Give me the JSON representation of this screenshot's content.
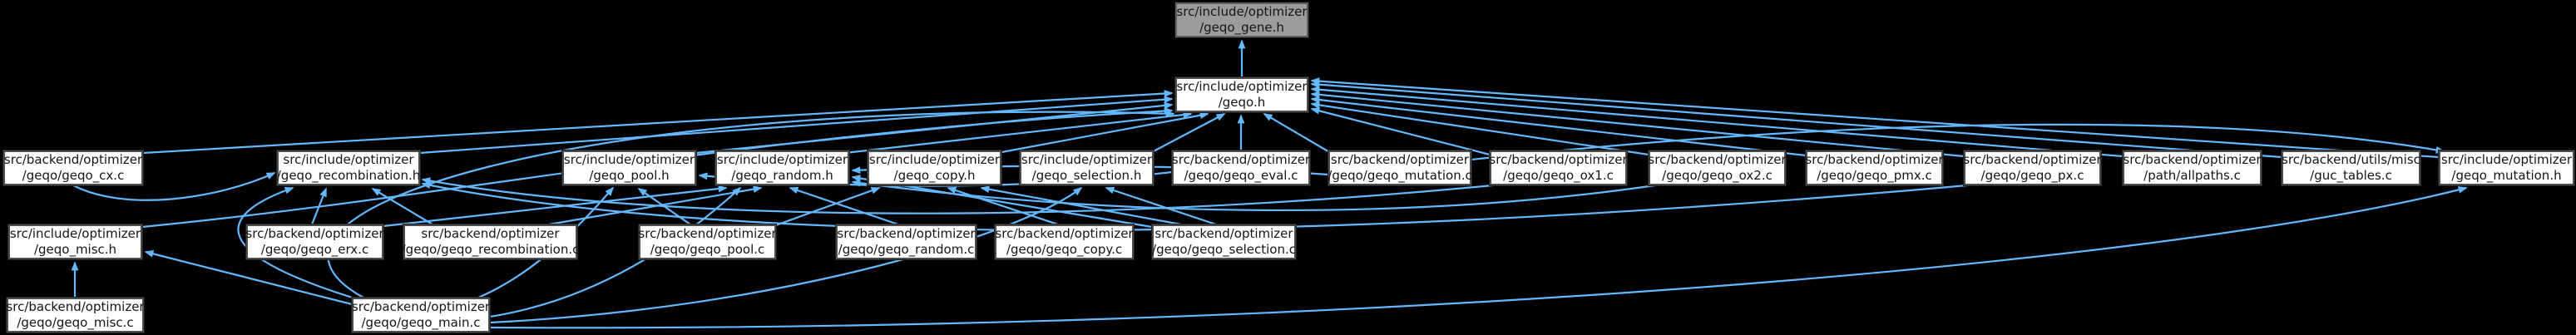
{
  "diagram": {
    "kind": "include-dependency-graph",
    "root_file": "src/include/optimizer/geqo_gene.h"
  },
  "colors": {
    "background": "#000000",
    "edge": "#63b8ff",
    "node_fill": "#ffffff",
    "node_border": "#4c4c4c",
    "root_fill": "#9c9c9c",
    "root_border": "#606060",
    "text": "#151515"
  },
  "graph": {
    "nodes": [
      {
        "id": "gene_h",
        "role": "root",
        "line1": "src/include/optimizer",
        "line2": "/geqo_gene.h"
      },
      {
        "id": "geqo_h",
        "role": "file",
        "line1": "src/include/optimizer",
        "line2": "/geqo.h"
      },
      {
        "id": "cx_c",
        "role": "file",
        "line1": "src/backend/optimizer",
        "line2": "/geqo/geqo_cx.c"
      },
      {
        "id": "recomb_h",
        "role": "file",
        "line1": "src/include/optimizer",
        "line2": "/geqo_recombination.h"
      },
      {
        "id": "pool_h",
        "role": "file",
        "line1": "src/include/optimizer",
        "line2": "/geqo_pool.h"
      },
      {
        "id": "random_h",
        "role": "file",
        "line1": "src/include/optimizer",
        "line2": "/geqo_random.h"
      },
      {
        "id": "copy_h",
        "role": "file",
        "line1": "src/include/optimizer",
        "line2": "/geqo_copy.h"
      },
      {
        "id": "sel_h",
        "role": "file",
        "line1": "src/include/optimizer",
        "line2": "/geqo_selection.h"
      },
      {
        "id": "eval_c",
        "role": "file",
        "line1": "src/backend/optimizer",
        "line2": "/geqo/geqo_eval.c"
      },
      {
        "id": "mut_c",
        "role": "file",
        "line1": "src/backend/optimizer",
        "line2": "/geqo/geqo_mutation.c"
      },
      {
        "id": "ox1_c",
        "role": "file",
        "line1": "src/backend/optimizer",
        "line2": "/geqo/geqo_ox1.c"
      },
      {
        "id": "ox2_c",
        "role": "file",
        "line1": "src/backend/optimizer",
        "line2": "/geqo/geqo_ox2.c"
      },
      {
        "id": "pmx_c",
        "role": "file",
        "line1": "src/backend/optimizer",
        "line2": "/geqo/geqo_pmx.c"
      },
      {
        "id": "px_c",
        "role": "file",
        "line1": "src/backend/optimizer",
        "line2": "/geqo/geqo_px.c"
      },
      {
        "id": "allpaths_c",
        "role": "file",
        "line1": "src/backend/optimizer",
        "line2": "/path/allpaths.c"
      },
      {
        "id": "guc_c",
        "role": "file",
        "line1": "src/backend/utils/misc",
        "line2": "/guc_tables.c"
      },
      {
        "id": "mut_h",
        "role": "file",
        "line1": "src/include/optimizer",
        "line2": "/geqo_mutation.h"
      },
      {
        "id": "misc_h",
        "role": "file",
        "line1": "src/include/optimizer",
        "line2": "/geqo_misc.h"
      },
      {
        "id": "erx_c",
        "role": "file",
        "line1": "src/backend/optimizer",
        "line2": "/geqo/geqo_erx.c"
      },
      {
        "id": "recomb_c",
        "role": "file",
        "line1": "src/backend/optimizer",
        "line2": "/geqo/geqo_recombination.c"
      },
      {
        "id": "pool_c",
        "role": "file",
        "line1": "src/backend/optimizer",
        "line2": "/geqo/geqo_pool.c"
      },
      {
        "id": "random_c",
        "role": "file",
        "line1": "src/backend/optimizer",
        "line2": "/geqo/geqo_random.c"
      },
      {
        "id": "copy_c",
        "role": "file",
        "line1": "src/backend/optimizer",
        "line2": "/geqo/geqo_copy.c"
      },
      {
        "id": "sel_c",
        "role": "file",
        "line1": "src/backend/optimizer",
        "line2": "/geqo/geqo_selection.c"
      },
      {
        "id": "misc_c",
        "role": "file",
        "line1": "src/backend/optimizer",
        "line2": "/geqo/geqo_misc.c"
      },
      {
        "id": "main_c",
        "role": "file",
        "line1": "src/backend/optimizer",
        "line2": "/geqo/geqo_main.c"
      }
    ],
    "edges": [
      {
        "from": "geqo_h",
        "to": "gene_h"
      },
      {
        "from": "cx_c",
        "to": "geqo_h"
      },
      {
        "from": "recomb_h",
        "to": "geqo_h"
      },
      {
        "from": "pool_h",
        "to": "geqo_h"
      },
      {
        "from": "misc_h",
        "to": "geqo_h"
      },
      {
        "from": "random_h",
        "to": "geqo_h"
      },
      {
        "from": "copy_h",
        "to": "geqo_h"
      },
      {
        "from": "sel_h",
        "to": "geqo_h"
      },
      {
        "from": "eval_c",
        "to": "geqo_h"
      },
      {
        "from": "mut_c",
        "to": "geqo_h"
      },
      {
        "from": "ox1_c",
        "to": "geqo_h"
      },
      {
        "from": "ox2_c",
        "to": "geqo_h"
      },
      {
        "from": "pmx_c",
        "to": "geqo_h"
      },
      {
        "from": "px_c",
        "to": "geqo_h"
      },
      {
        "from": "allpaths_c",
        "to": "geqo_h"
      },
      {
        "from": "guc_c",
        "to": "geqo_h"
      },
      {
        "from": "mut_h",
        "to": "geqo_h"
      },
      {
        "from": "main_c",
        "to": "geqo_h"
      },
      {
        "from": "misc_c",
        "to": "misc_h"
      },
      {
        "from": "main_c",
        "to": "misc_h"
      },
      {
        "from": "erx_c",
        "to": "recomb_h"
      },
      {
        "from": "recomb_c",
        "to": "recomb_h"
      },
      {
        "from": "main_c",
        "to": "recomb_h"
      },
      {
        "from": "cx_c",
        "to": "recomb_h"
      },
      {
        "from": "ox1_c",
        "to": "recomb_h"
      },
      {
        "from": "px_c",
        "to": "recomb_h"
      },
      {
        "from": "pool_c",
        "to": "pool_h"
      },
      {
        "from": "main_c",
        "to": "pool_h"
      },
      {
        "from": "eval_c",
        "to": "pool_h"
      },
      {
        "from": "erx_c",
        "to": "random_h"
      },
      {
        "from": "recomb_c",
        "to": "random_h"
      },
      {
        "from": "random_c",
        "to": "random_h"
      },
      {
        "from": "sel_c",
        "to": "random_h"
      },
      {
        "from": "mut_c",
        "to": "random_h"
      },
      {
        "from": "main_c",
        "to": "random_h"
      },
      {
        "from": "ox2_c",
        "to": "random_h"
      },
      {
        "from": "pool_c",
        "to": "copy_h"
      },
      {
        "from": "copy_c",
        "to": "copy_h"
      },
      {
        "from": "sel_c",
        "to": "copy_h"
      },
      {
        "from": "sel_c",
        "to": "sel_h"
      },
      {
        "from": "main_c",
        "to": "sel_h"
      },
      {
        "from": "main_c",
        "to": "mut_h"
      },
      {
        "from": "mut_c",
        "to": "mut_h"
      }
    ]
  }
}
